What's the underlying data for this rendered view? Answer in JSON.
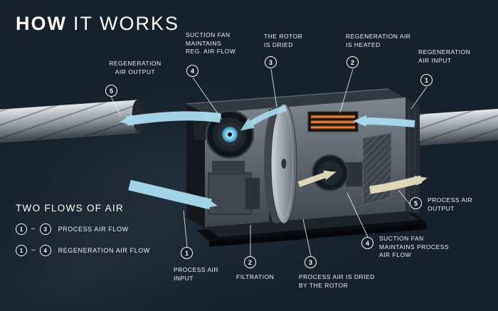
{
  "title": {
    "bold": "HOW",
    "rest": "IT WORKS"
  },
  "colors": {
    "background": "#15212c",
    "accent_blue": "#a9dcf0",
    "heater_orange": "#f47f2a",
    "output_cream": "#e7dfbc",
    "text": "#ffffff"
  },
  "callouts": {
    "top": [
      {
        "num": "5",
        "text": "REGENERATION\nAIR OUTPUT"
      },
      {
        "num": "4",
        "text": "SUCTION FAN\nMAINTAINS\nREG. AIR FLOW"
      },
      {
        "num": "3",
        "text": "THE ROTOR\nIS DRIED"
      },
      {
        "num": "2",
        "text": "REGENERATION AIR\nIS HEATED"
      },
      {
        "num": "1",
        "text": "REGENERATION\nAIR INPUT"
      }
    ],
    "bottom": [
      {
        "num": "1",
        "text": "PROCESS AIR\nINPUT"
      },
      {
        "num": "2",
        "text": "FILTRATION"
      },
      {
        "num": "3",
        "text": "PROCESS AIR IS DRIED\nBY THE ROTOR"
      },
      {
        "num": "4",
        "text": "SUCTION FAN\nMAINTAINS PROCESS\nAIR FLOW"
      },
      {
        "num": "5",
        "text": "PROCESS AIR\nOUTPUT"
      }
    ]
  },
  "legend": {
    "title": "TWO FLOWS OF AIR",
    "dash": "–",
    "rows": [
      {
        "from": "1",
        "to": "3",
        "label": "PROCESS AIR FLOW"
      },
      {
        "from": "1",
        "to": "4",
        "label": "REGENERATION AIR FLOW"
      }
    ]
  }
}
